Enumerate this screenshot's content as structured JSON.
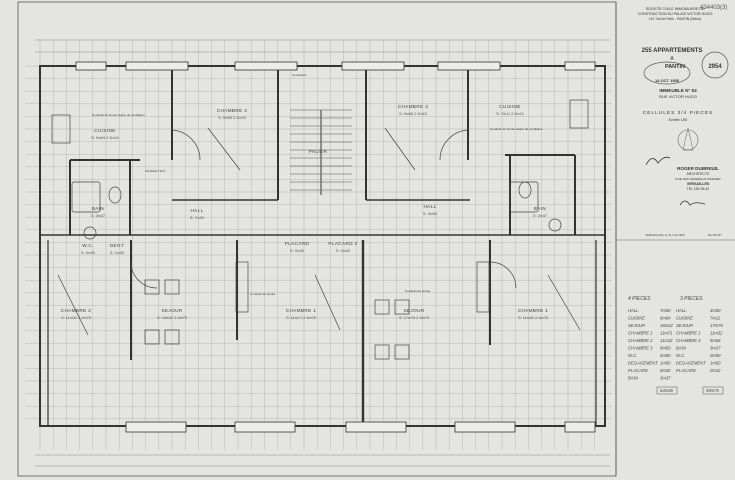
{
  "corner_ref": "434403(3)",
  "title_block": {
    "society": [
      "SOCIETE CIVILE IMMOBILIERE DE",
      "CONSTRUCTION DU PALAIS VICTOR HUGO",
      "167, Bd de Paris - PANTIN (Seine)"
    ],
    "project": "255 APPARTEMENTS",
    "project_a": "A",
    "project_place": "PANTIN",
    "building": "IMMEUBLE N° 53",
    "street": "RUE VICTOR HUGO",
    "cells": "CELLULES 3/4 PIECES",
    "scale": "Echelle 1/50",
    "stamp_date": "14 OCT 1955",
    "stamp_number": "2954",
    "architect_name": "ROGER DUBREUIL",
    "architect_title": "ARCHITECTE",
    "architect_address": "RUE DES GENERAUX PRADIER",
    "architect_city": "VERSAILLES",
    "architect_phone": "TEL 155-55-42",
    "footer_left": "VERSAILLES, le 31 mai 1955",
    "footer_right": "Dé 254.57"
  },
  "plan": {
    "rooms": [
      {
        "name": "CUISINE",
        "area": "S: 9m84  2.3m15"
      },
      {
        "name": "CHAMBRE 3",
        "area": "S: 9m50  2.3m15"
      },
      {
        "name": "PALIER",
        "area": ""
      },
      {
        "name": "CHAMBRE 3",
        "area": "S: 9m68  2.3m15"
      },
      {
        "name": "CUISINE",
        "area": "S: 7m11  2.3m15"
      },
      {
        "name": "BAIN",
        "area": "S: 3m37"
      },
      {
        "name": "HALL",
        "area": "S: 7m00"
      },
      {
        "name": "HALL",
        "area": "S: 3m50"
      },
      {
        "name": "BAIN",
        "area": "S: 3m37"
      },
      {
        "name": "W.C.",
        "area": "S: 0m90"
      },
      {
        "name": "DEGT",
        "area": "S: 1m50"
      },
      {
        "name": "PLACARD",
        "area": "S: 0m30"
      },
      {
        "name": "PLACARD 2",
        "area": "S: 0m32"
      },
      {
        "name": "CHAMBRE 2",
        "area": "S: 11m32  2.3m75"
      },
      {
        "name": "SEJOUR",
        "area": "S: 18m32  2.3m75"
      },
      {
        "name": "CHAMBRE 1",
        "area": "S: 11m71  2.3m75"
      },
      {
        "name": "SEJOUR",
        "area": "S: 17m76  2.3m75"
      },
      {
        "name": "CHAMBRE 1",
        "area": "S: 11m32  2.3m75"
      }
    ],
    "notes": [
      "Conduits de fumée  Gaine de ventilation",
      "Conduits de fumée  Gaine de ventilation",
      "Ventilation W.C.",
      "Conduits de fumée",
      "Conduits de fumée",
      "Compteurs"
    ]
  },
  "legend": {
    "col1_title": "4 PIECES",
    "col2_title": "3 PIECES",
    "col1": [
      [
        "HALL",
        "7m00"
      ],
      [
        "CUISINE",
        "9m84"
      ],
      [
        "SEJOUR",
        "18m32"
      ],
      [
        "CHAMBRE 1",
        "11m71"
      ],
      [
        "CHAMBRE 2",
        "11m32"
      ],
      [
        "CHAMBRE 3",
        "9m50"
      ],
      [
        "W.C.",
        "0m90"
      ],
      [
        "DEGAGEMENT",
        "1m50"
      ],
      [
        "PLACARD",
        "0m30"
      ],
      [
        "BAIN",
        "3m37"
      ]
    ],
    "col2": [
      [
        "HALL",
        "3m50"
      ],
      [
        "CUISINE",
        "7m11"
      ],
      [
        "SEJOUR",
        "17m76"
      ],
      [
        "CHAMBRE 1",
        "11m32"
      ],
      [
        "CHAMBRE 3",
        "9m68"
      ],
      [
        "BAIN",
        "3m37"
      ],
      [
        "W.C.",
        "0m90"
      ],
      [
        "DEGAGEMENT",
        "1m50"
      ],
      [
        "PLACARD",
        "0m32"
      ]
    ],
    "total1": "64m36",
    "total2": "55m75"
  },
  "colors": {
    "paper": "#e4e4e1",
    "ink": "#3a3a3a",
    "grid": "#9a9a9a"
  }
}
